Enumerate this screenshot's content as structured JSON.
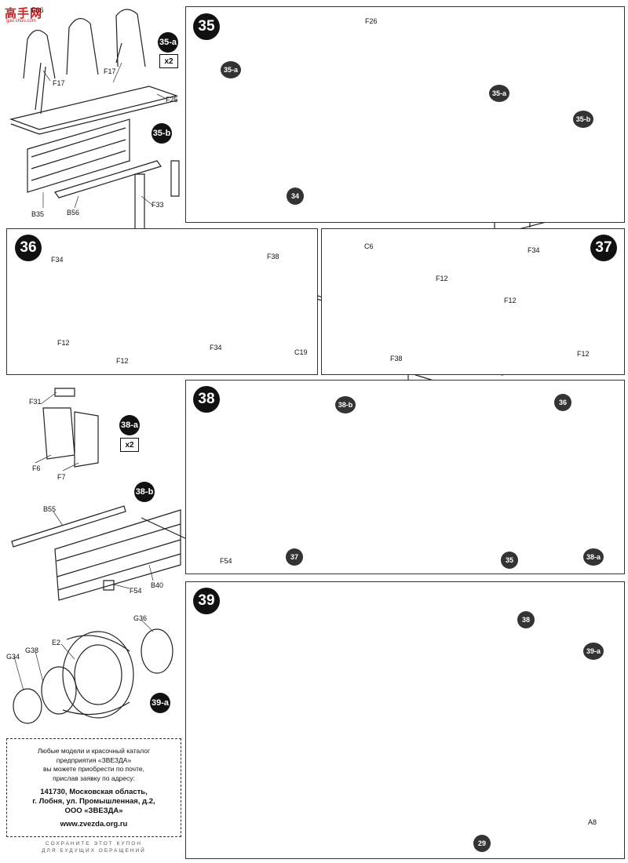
{
  "watermark": {
    "logo_text": "高手网",
    "logo_sub": "gao.shou.com"
  },
  "steps": {
    "s35": "35",
    "s36": "36",
    "s37": "37",
    "s38": "38",
    "s39": "39"
  },
  "subassemblies": {
    "a35": "35-a",
    "a35_qty": "x2",
    "b35": "35-b",
    "a38": "38-a",
    "a38_qty": "x2",
    "b38": "38-b",
    "a39": "39-a"
  },
  "parts": {
    "F66": "F66",
    "F17a": "F17",
    "F17b": "F17",
    "F25": "F25",
    "B35": "B35",
    "B56": "B56",
    "F33": "F33",
    "F26": "F26",
    "s35a_ref": "35-a",
    "s35a_ref2": "35-a",
    "s35b_ref": "35-b",
    "n34": "34",
    "F34_36": "F34",
    "F38_36": "F38",
    "F12_36a": "F12",
    "F12_36b": "F12",
    "F34_36b": "F34",
    "C19": "C19",
    "C6": "C6",
    "F34_37": "F34",
    "F12_37a": "F12",
    "F12_37b": "F12",
    "F38_37": "F38",
    "F12_37c": "F12",
    "F31": "F31",
    "F6": "F6",
    "F7": "F7",
    "B55": "B55",
    "B40": "B40",
    "F54a": "F54",
    "F54b": "F54",
    "b38_ref": "38-b",
    "n36": "36",
    "n37": "37",
    "n35": "35",
    "a38_ref": "38-a",
    "G36": "G36",
    "E2": "E2",
    "G38": "G38",
    "G34": "G34",
    "n38": "38",
    "a39_ref": "39-a",
    "A8": "A8",
    "n29": "29"
  },
  "coupon": {
    "line1": "Любые модели и красочный каталог",
    "line2": "предприятия «ЗВЕЗДА»",
    "line3": "вы можете приобрести по почте,",
    "line4": "прислав заявку по адресу:",
    "addr1": "141730, Московская область,",
    "addr2": "г. Лобня, ул. Промышленная, д.2,",
    "addr3": "ООО «ЗВЕЗДА»",
    "web": "www.zvezda.org.ru",
    "keep1": "СОХРАНИТЕ ЭТОТ КУПОН",
    "keep2": "ДЛЯ БУДУЩИХ ОБРАЩЕНИЙ"
  }
}
